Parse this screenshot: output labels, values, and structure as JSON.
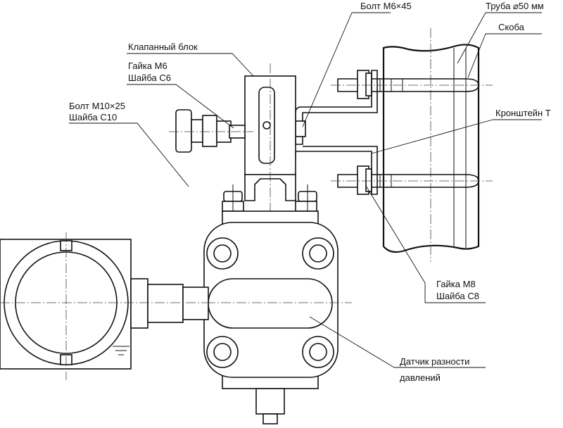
{
  "labels": {
    "bolt_m6": "Болт М6×45",
    "pipe": "Труба ⌀50 мм",
    "bracket_clamp": "Скоба",
    "valve_block": "Клапанный блок",
    "nut_m6": "Гайка М6",
    "washer_c6": "Шайба С6",
    "bolt_m10": "Болт М10×25",
    "washer_c10": "Шайба С10",
    "bracket_t": "Кронштейн Т",
    "nut_m8": "Гайка М8",
    "washer_c8": "Шайба С8",
    "sensor_line1": "Датчик разности",
    "sensor_line2": "давлений"
  },
  "colors": {
    "line": "#111111",
    "background": "#ffffff"
  }
}
